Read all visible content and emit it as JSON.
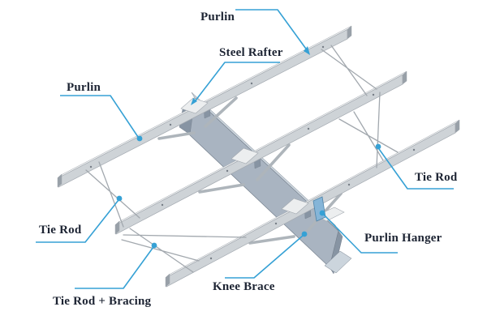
{
  "colors": {
    "bg": "#ffffff",
    "ink": "#1d2433",
    "leader": "#36a1d5",
    "steel_light": "#eceeef",
    "steel_mid": "#ced3d7",
    "steel_edge": "#a3a9b0",
    "steel_dark": "#98a0a8",
    "rafter_light": "#ccd5dd",
    "rafter_mid": "#a9b4c1",
    "rafter_dark": "#8794a3",
    "rafter_edge": "#76818e",
    "rod": "#a2a8ae",
    "brace": "#aeb5bb",
    "bolt": "#767d86",
    "hanger": "#85b5d8",
    "hanger_edge": "#4f84a9"
  },
  "labels": [
    {
      "id": "purlin-top",
      "text": "Purlin"
    },
    {
      "id": "steel-rafter",
      "text": "Steel Rafter"
    },
    {
      "id": "purlin-left",
      "text": "Purlin"
    },
    {
      "id": "tie-rod-right",
      "text": "Tie Rod"
    },
    {
      "id": "tie-rod-left",
      "text": "Tie Rod"
    },
    {
      "id": "purlin-hanger",
      "text": "Purlin Hanger"
    },
    {
      "id": "knee-brace",
      "text": "Knee Brace"
    },
    {
      "id": "tie-rod-bracing",
      "text": "Tie Rod + Bracing"
    }
  ]
}
